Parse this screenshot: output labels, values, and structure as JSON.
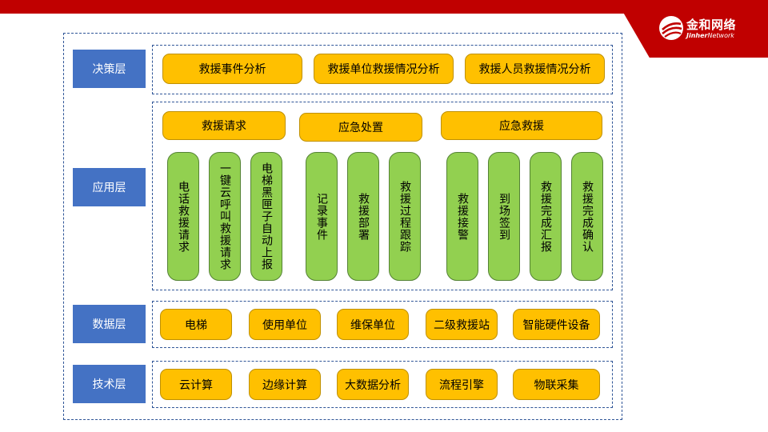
{
  "brand": {
    "name": "金和网络",
    "sub_bold": "Jinher",
    "sub_thin": "Network",
    "color": "#c00000"
  },
  "layers": {
    "decision": {
      "label": "决策层",
      "items": [
        "救援事件分析",
        "救援单位救援情况分析",
        "救援人员救援情况分析"
      ]
    },
    "application": {
      "label": "应用层",
      "groups": [
        {
          "title": "救援请求",
          "items": [
            "电话救援请求",
            "一键云呼叫救援请求",
            "电梯黑匣子自动上报"
          ]
        },
        {
          "title": "应急处置",
          "items": [
            "记录事件",
            "救援部署",
            "救援过程跟踪"
          ]
        },
        {
          "title": "应急救援",
          "items": [
            "救援接警",
            "到场签到",
            "救援完成汇报",
            "救援完成确认"
          ]
        }
      ]
    },
    "data": {
      "label": "数据层",
      "items": [
        "电梯",
        "使用单位",
        "维保单位",
        "二级救援站",
        "智能硬件设备"
      ]
    },
    "tech": {
      "label": "技术层",
      "items": [
        "云计算",
        "边缘计算",
        "大数据分析",
        "流程引擎",
        "物联采集"
      ]
    }
  },
  "colors": {
    "label_blue": "#4472c4",
    "pill_orange": "#ffc000",
    "capsule_green": "#92d050",
    "dash_blue": "#2f5597"
  }
}
